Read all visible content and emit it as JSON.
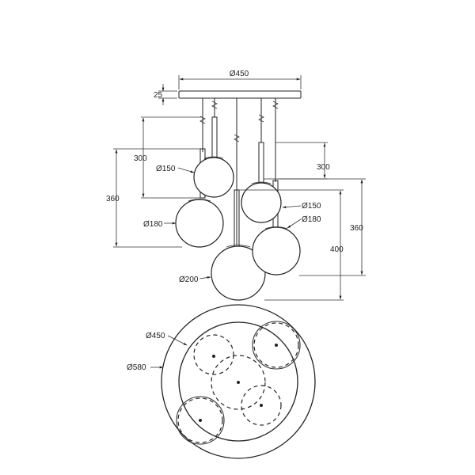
{
  "dimensions": {
    "canopy_width": "Ø450",
    "canopy_height": "25",
    "left_drop_short": "300",
    "left_drop_long": "360",
    "right_drop_short": "300",
    "right_drop_long": "360",
    "right_drop_center": "400",
    "globe_150_left": "Ø150",
    "globe_180_left": "Ø180",
    "globe_200": "Ø200",
    "globe_150_right": "Ø150",
    "globe_180_right": "Ø180",
    "plan_inner": "Ø450",
    "plan_outer": "Ø580"
  }
}
